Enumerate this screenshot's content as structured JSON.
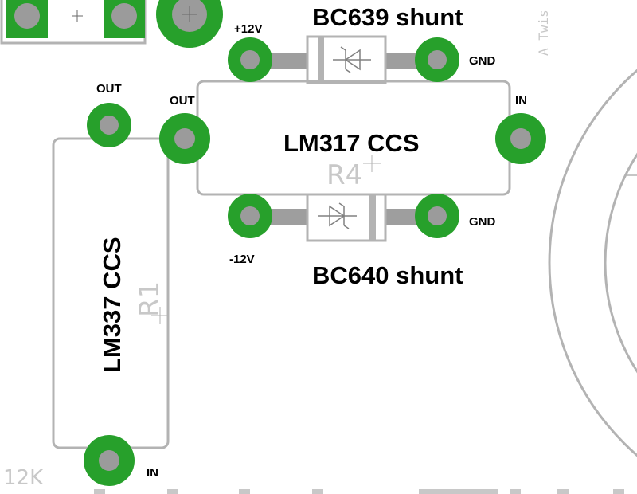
{
  "colors": {
    "pad": "#27a02b",
    "pad_drill": "#9b9b9b",
    "outline": "#b3b3b3",
    "trace": "#9e9e9e",
    "silk_text": "#c8c8c8",
    "label_text": "#000000"
  },
  "icons": {
    "pad": "through-hole-pad-icon",
    "diode": "diode-icon",
    "origin": "crosshair-icon",
    "hatch": "hatched-pad-icon"
  },
  "labels": {
    "bc639_shunt": "BC639 shunt",
    "bc640_shunt": "BC640 shunt",
    "lm317_ccs": "LM317 CCS",
    "lm337_ccs": "LM337 CCS",
    "plus_12v": "+12V",
    "minus_12v": "-12V",
    "gnd_top": "GND",
    "gnd_bottom": "GND",
    "out_left": "OUT",
    "out_mid": "OUT",
    "in_right": "IN",
    "in_bottom": "IN"
  },
  "silkscreen": {
    "r4": "R4",
    "r1": "R1",
    "value_12k": "12K",
    "vertical_edge_text": "A Twis"
  }
}
